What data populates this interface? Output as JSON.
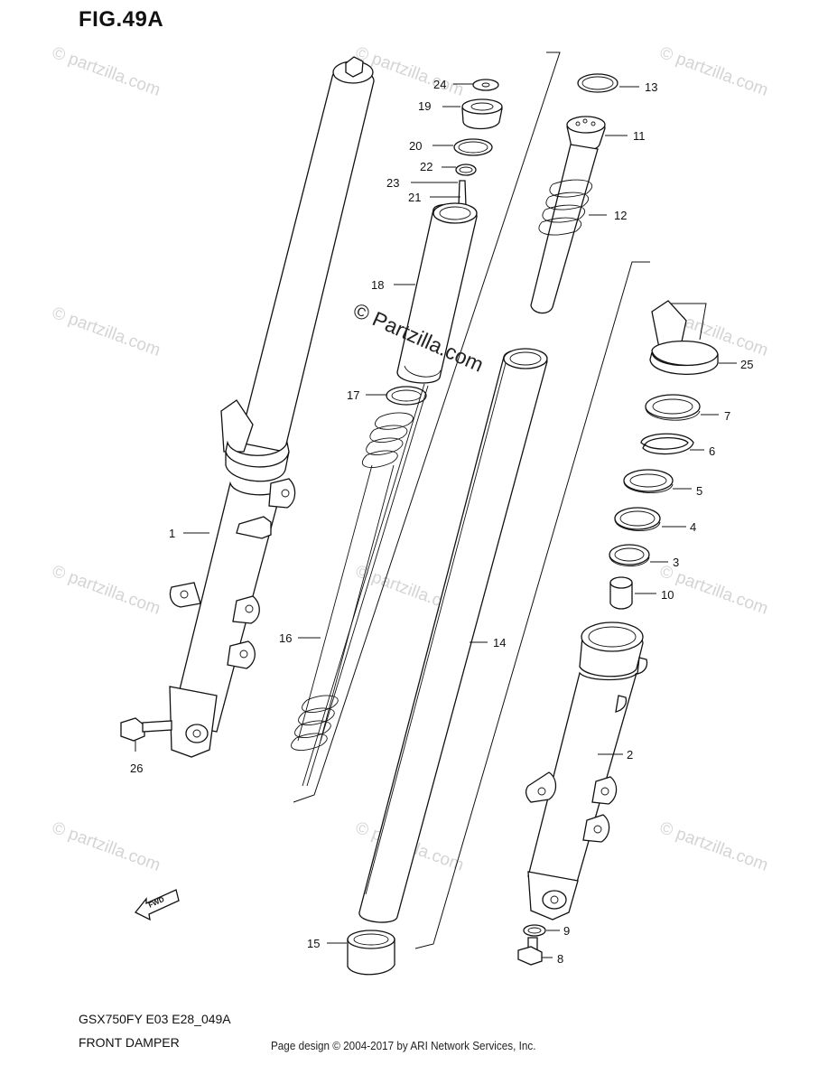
{
  "figure_title": "FIG.49A",
  "footer": {
    "model_code": "GSX750FY E03 E28_049A",
    "section_name": "FRONT DAMPER",
    "credit": "Page design © 2004-2017 by ARI Network Services, Inc."
  },
  "watermark": {
    "center_text": "© Partzilla.com",
    "repeat_text": "© partzilla.com"
  },
  "fwd_label": "FWD",
  "callouts": {
    "p1": "1",
    "p2": "2",
    "p3": "3",
    "p4": "4",
    "p5": "5",
    "p6": "6",
    "p7": "7",
    "p8": "8",
    "p9": "9",
    "p10": "10",
    "p11": "11",
    "p12": "12",
    "p13": "13",
    "p14": "14",
    "p15": "15",
    "p16": "16",
    "p17": "17",
    "p18": "18",
    "p19": "19",
    "p20": "20",
    "p21": "21",
    "p22": "22",
    "p23": "23",
    "p24": "24",
    "p25": "25",
    "p26": "26"
  }
}
